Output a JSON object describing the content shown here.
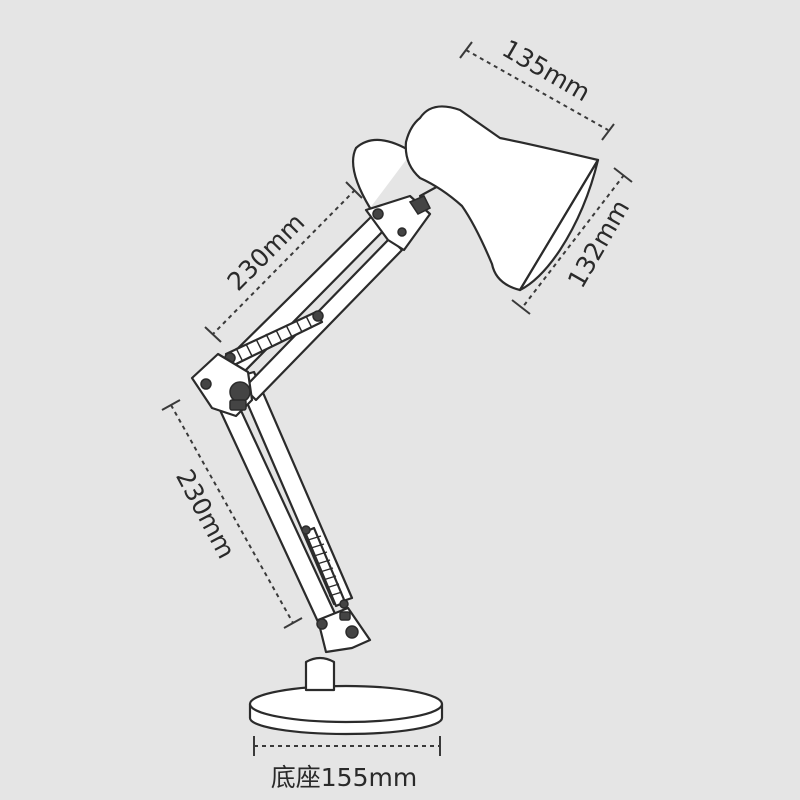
{
  "dimensions": {
    "shade_width": "135mm",
    "shade_height": "132mm",
    "upper_arm": "230mm",
    "lower_arm": "230mm",
    "base": "底座155mm"
  },
  "colors": {
    "background": "#e5e5e5",
    "outline": "#2b2b2b",
    "fill": "#ffffff"
  }
}
